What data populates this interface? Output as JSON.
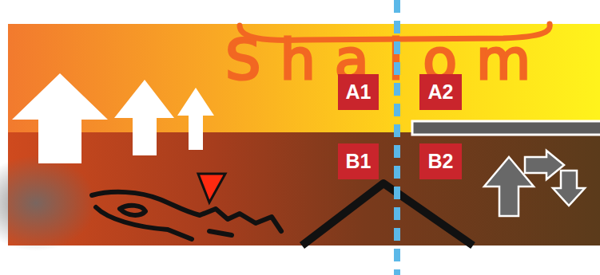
{
  "diagram": {
    "nodes": [
      {
        "text": [
          "A1"
        ]
      },
      {
        "text": [
          "A2"
        ]
      },
      {
        "text": [
          "B1"
        ]
      },
      {
        "text": [
          "B2"
        ]
      }
    ],
    "labels": [
      "Shalom"
    ]
  }
}
